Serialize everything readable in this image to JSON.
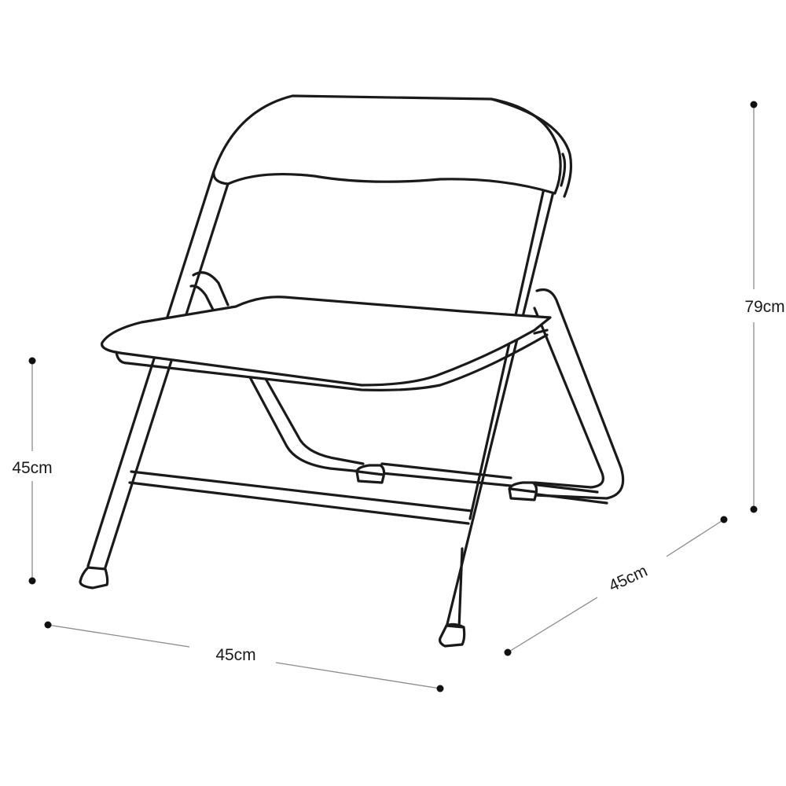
{
  "diagram": {
    "subject": "Folding chair",
    "style": "black line drawing on white",
    "line_color": "#1a1a1a",
    "dimension_color": "#8a8a8a",
    "dimensions": {
      "height_total": {
        "label": "79cm",
        "orientation": "vertical",
        "position": "right"
      },
      "seat_height": {
        "label": "45cm",
        "orientation": "vertical",
        "position": "left"
      },
      "width": {
        "label": "45cm",
        "orientation": "diagonal",
        "position": "bottom-front"
      },
      "depth": {
        "label": "45cm",
        "orientation": "diagonal",
        "position": "bottom-right"
      }
    }
  }
}
